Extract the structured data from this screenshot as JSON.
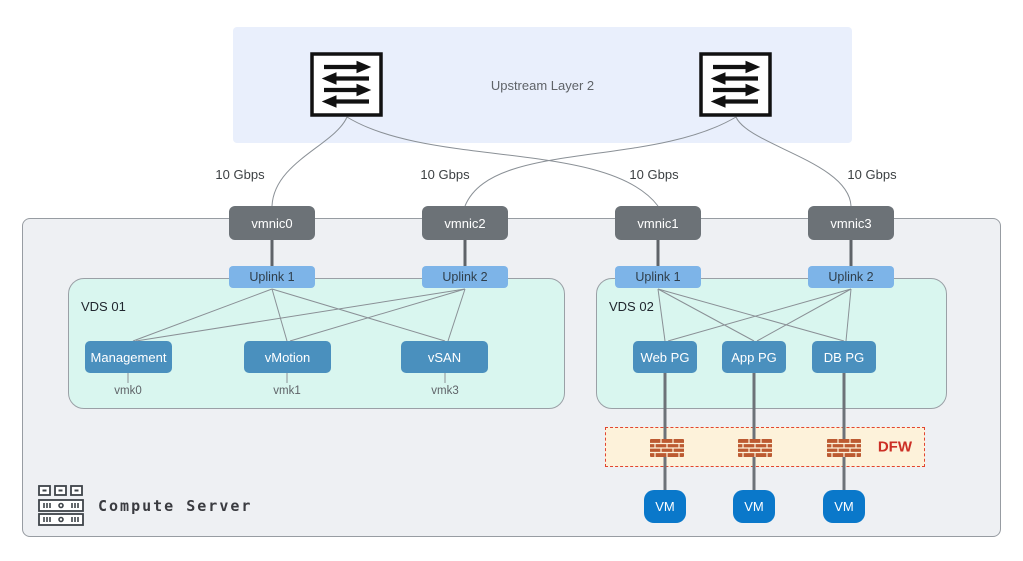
{
  "colors": {
    "upstream_band": "#e9effc",
    "vmnic_fill": "#6c7277",
    "uplink_fill": "#7db4e8",
    "vds_region_fill": "#d9f6ef",
    "port_group_fill": "#4a90be",
    "dfw_fill": "#fdf2da",
    "dfw_border": "#e2452f",
    "dfw_text": "#cc2f25",
    "vm_fill": "#0a78ca",
    "server_panel_fill": "#eef0f3",
    "connector_gray": "#8a9096",
    "brick_fill": "#bc5a31"
  },
  "upstream": {
    "label": "Upstream Layer 2"
  },
  "links": {
    "speed_labels": [
      "10 Gbps",
      "10 Gbps",
      "10 Gbps",
      "10 Gbps"
    ]
  },
  "vmnics": [
    {
      "label": "vmnic0"
    },
    {
      "label": "vmnic2"
    },
    {
      "label": "vmnic1"
    },
    {
      "label": "vmnic3"
    }
  ],
  "vds01": {
    "title": "VDS 01",
    "uplinks": [
      {
        "label": "Uplink 1"
      },
      {
        "label": "Uplink 2"
      }
    ],
    "port_groups": [
      {
        "label": "Management",
        "vmk": "vmk0"
      },
      {
        "label": "vMotion",
        "vmk": "vmk1"
      },
      {
        "label": "vSAN",
        "vmk": "vmk3"
      }
    ]
  },
  "vds02": {
    "title": "VDS 02",
    "uplinks": [
      {
        "label": "Uplink 1"
      },
      {
        "label": "Uplink 2"
      }
    ],
    "port_groups": [
      {
        "label": "Web PG"
      },
      {
        "label": "App PG"
      },
      {
        "label": "DB PG"
      }
    ]
  },
  "dfw": {
    "label": "DFW"
  },
  "vms": [
    {
      "label": "VM"
    },
    {
      "label": "VM"
    },
    {
      "label": "VM"
    }
  ],
  "server": {
    "label": "Compute Server"
  }
}
